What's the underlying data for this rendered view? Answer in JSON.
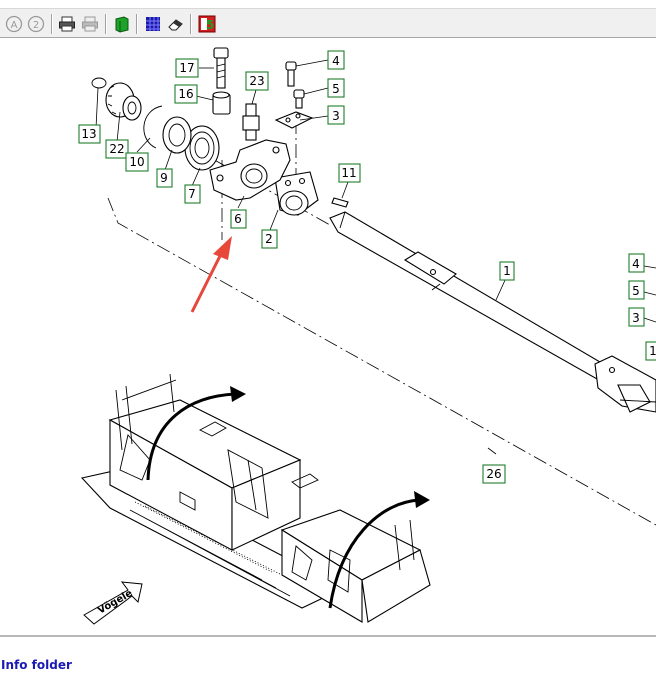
{
  "toolbar": {
    "buttons": [
      {
        "name": "prev-a-icon",
        "glyph": "A"
      },
      {
        "name": "prev-2-icon",
        "glyph": "2"
      },
      {
        "name": "print-icon",
        "glyph": "print"
      },
      {
        "name": "print-preview-icon",
        "glyph": "print-grey"
      },
      {
        "name": "book-icon",
        "glyph": "book"
      },
      {
        "name": "select-area-icon",
        "glyph": "grid"
      },
      {
        "name": "eraser-icon",
        "glyph": "eraser"
      },
      {
        "name": "exit-icon",
        "glyph": "5"
      }
    ],
    "exit_label": "5"
  },
  "callouts": {
    "c1": "1",
    "c2": "2",
    "c3": "3",
    "c4": "4",
    "c5": "5",
    "c6": "6",
    "c7": "7",
    "c9": "9",
    "c10": "10",
    "c11": "11",
    "c13": "13",
    "c16": "16",
    "c17": "17",
    "c22": "22",
    "c23": "23",
    "c26": "26",
    "r4": "4",
    "r5": "5",
    "r3": "3",
    "r1": "1"
  },
  "brand_mark": "Vögele",
  "footer": {
    "info_folder": "Info folder"
  },
  "colors": {
    "callout_border": "#1e7d2a",
    "arrow_red": "#e8483a",
    "link_blue": "#1a1ab4"
  }
}
